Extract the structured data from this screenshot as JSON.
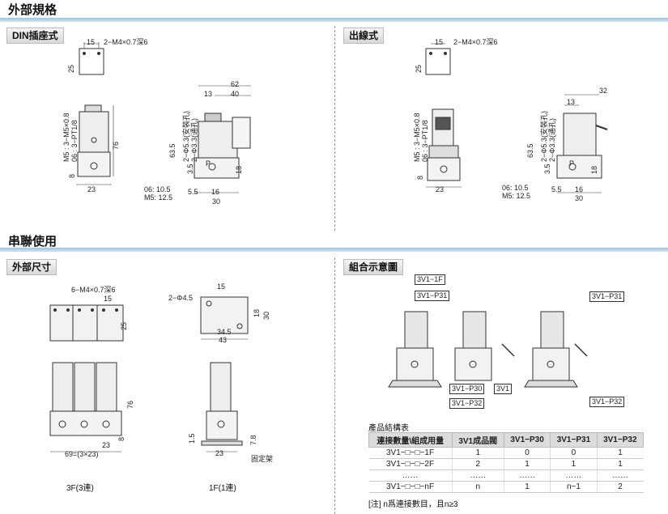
{
  "sections": {
    "specs_title": "外部規格",
    "series_title": "串聯使用"
  },
  "tabs": {
    "din": "DIN插座式",
    "wire": "出線式",
    "outer": "外部尺寸",
    "combo": "組合示意圖"
  },
  "din": {
    "top_w": "15",
    "top_hole": "2−M4×0.7深6",
    "top_h": "25",
    "port_label1": "M5 : 3−M5×0.8",
    "port_label2": "06 : 3−PT1/8",
    "h76": "76",
    "w23": "23",
    "s8": "8",
    "w62": "62",
    "w40": "40",
    "w13": "13",
    "h635": "63.5",
    "d53": "2−Φ5.3(安裝孔)",
    "d33": "2−Φ3.3(通孔)",
    "h35": "3.5",
    "w55": "5.5",
    "w16": "16",
    "w30": "30",
    "h18": "18",
    "p": "P",
    "n06": "06: 10.5",
    "nm5": "M5: 12.5"
  },
  "wire": {
    "top_w": "15",
    "top_hole": "2−M4×0.7深6",
    "top_h": "25",
    "port_label1": "M5 : 3−M5×0.8",
    "port_label2": "06 : 3−PT1/8",
    "w23": "23",
    "s8": "8",
    "w32": "32",
    "w13": "13",
    "h635": "63.5",
    "d53": "2−Φ5.3(安裝孔)",
    "d33": "2−Φ3.3(通孔)",
    "h35": "3.5",
    "w55": "5.5",
    "w16": "16",
    "w30": "30",
    "h18": "18",
    "p": "P",
    "n06": "06: 10.5",
    "nm5": "M5: 12.5"
  },
  "outer": {
    "hole": "6−M4×0.7深6",
    "w15a": "15",
    "h25": "25",
    "d45": "2−Φ4.5",
    "w15b": "15",
    "h30": "30",
    "h18": "18",
    "w345": "34.5",
    "w43": "43",
    "h76": "76",
    "s8": "8",
    "w23": "23",
    "w69": "69=(3×23)",
    "h15": "1.5",
    "h78": "7.8",
    "w23b": "23",
    "bracket": "固定架",
    "cap3f": "3F(3連)",
    "cap1f": "1F(1連)"
  },
  "combo": {
    "c1f": "3V1−1F",
    "cp31a": "3V1−P31",
    "cp31b": "3V1−P31",
    "cp30": "3V1−P30",
    "c3v1": "3V1",
    "cp32a": "3V1−P32",
    "cp32b": "3V1−P32"
  },
  "table": {
    "title": "產品結構表",
    "headers": [
      "連接數量\\組成用量",
      "3V1成品閥",
      "3V1−P30",
      "3V1−P31",
      "3V1−P32"
    ],
    "rows": [
      [
        "3V1−□−□−1F",
        "1",
        "0",
        "0",
        "1"
      ],
      [
        "3V1−□−□−2F",
        "2",
        "1",
        "1",
        "1"
      ],
      [
        "……",
        "……",
        "……",
        "……",
        "……"
      ],
      [
        "3V1−□−□−nF",
        "n",
        "1",
        "n−1",
        "2"
      ]
    ],
    "note": "[注] n爲連接數目，且n≥3"
  }
}
